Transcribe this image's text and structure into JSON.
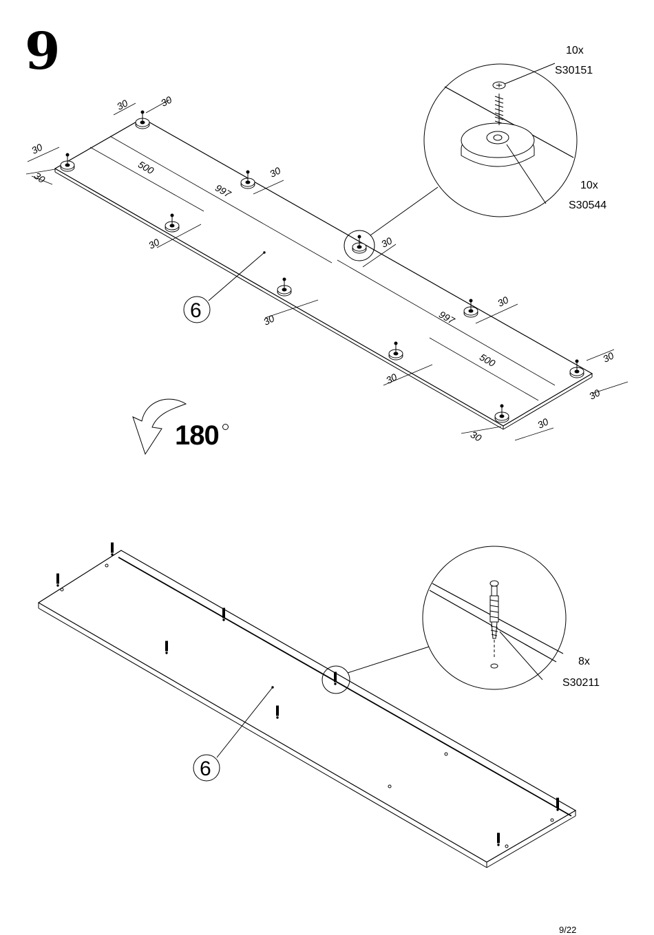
{
  "step": "9",
  "rotation": {
    "value": "180"
  },
  "page_number": "9/22",
  "part_number": "6",
  "top_detail": {
    "qty_screw": "10x",
    "code_screw": "S30151",
    "qty_glide": "10x",
    "code_glide": "S30544"
  },
  "bottom_detail": {
    "qty_dowel": "8x",
    "code_dowel": "S30211"
  },
  "dimensions": {
    "d30": "30",
    "d500": "500",
    "d997": "997"
  }
}
